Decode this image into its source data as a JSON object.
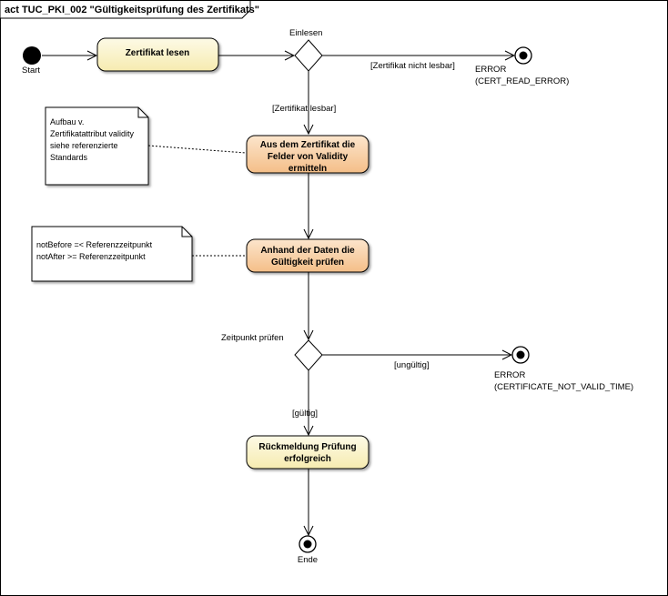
{
  "diagram": {
    "title": "act TUC_PKI_002 \"Gültigkeitsprüfung des Zertifikats\"",
    "start_label": "Start",
    "end_label": "Ende",
    "decision1_label": "Einlesen",
    "decision2_label": "Zeitpunkt prüfen",
    "actions": {
      "read_cert": "Zertifikat lesen",
      "validity_line1": "Aus dem Zertifikat die",
      "validity_line2": "Felder von Validity",
      "validity_line3": "ermitteln",
      "check_line1": "Anhand der Daten die",
      "check_line2": "Gültigkeit prüfen",
      "success_line1": "Rückmeldung Prüfung",
      "success_line2": "erfolgreich"
    },
    "guards": {
      "not_readable": "[Zertifikat nicht lesbar]",
      "readable": "[Zertifikat lesbar]",
      "invalid": "[ungültig]",
      "valid": "[gültig]"
    },
    "error1": {
      "line1": "ERROR",
      "line2": "(CERT_READ_ERROR)"
    },
    "error2": {
      "line1": "ERROR",
      "line2": "(CERTIFICATE_NOT_VALID_TIME)"
    },
    "note1": {
      "line1": "Aufbau v.",
      "line2": "Zertifikatattribut validity",
      "line3": "siehe referenzierte",
      "line4": "Standards"
    },
    "note2": {
      "line1": "notBefore =< Referenzzeitpunkt",
      "line2": "notAfter >= Referenzzeitpunkt"
    },
    "colors": {
      "yellow_fill": "#FBF3CC",
      "orange_fill": "#F9D3A9",
      "stroke": "#000000"
    }
  }
}
